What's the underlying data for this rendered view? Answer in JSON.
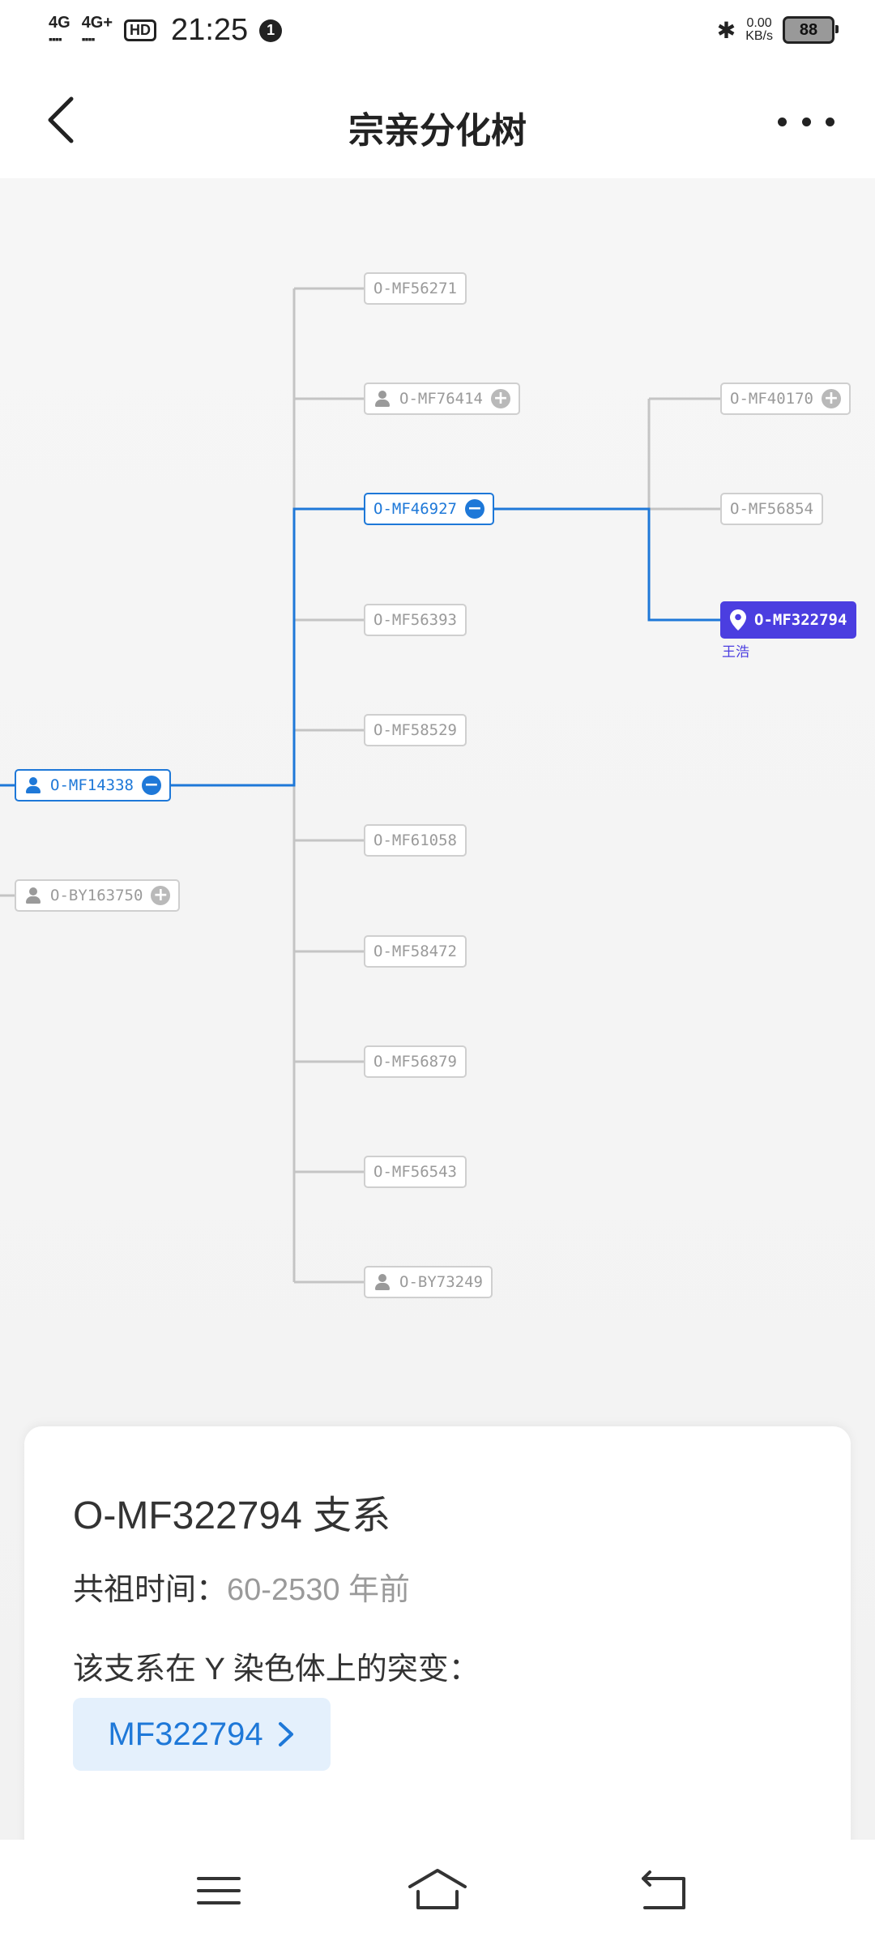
{
  "status_bar": {
    "network1": "4G",
    "network2": "4G+",
    "hd_badge": "HD",
    "time": "21:25",
    "notification_count": "1",
    "speed_value": "0.00",
    "speed_unit": "KB/s",
    "battery_level": "88"
  },
  "header": {
    "title": "宗亲分化树"
  },
  "tree": {
    "col1": [
      {
        "label": "O-MF14338",
        "state": "active"
      },
      {
        "label": "O-BY163750",
        "state": "normal"
      }
    ],
    "col2": [
      {
        "label": "O-MF56271"
      },
      {
        "label": "O-MF76414"
      },
      {
        "label": "O-MF46927"
      },
      {
        "label": "O-MF56393"
      },
      {
        "label": "O-MF58529"
      },
      {
        "label": "O-MF61058"
      },
      {
        "label": "O-MF58472"
      },
      {
        "label": "O-MF56879"
      },
      {
        "label": "O-MF56543"
      },
      {
        "label": "O-BY73249"
      }
    ],
    "col3": [
      {
        "label": "O-MF40170"
      },
      {
        "label": "O-MF56854"
      },
      {
        "label": "O-MF322794"
      }
    ],
    "current_user": "王浩"
  },
  "card": {
    "title": "O-MF322794 支系",
    "tmrca_label": "共祖时间：",
    "tmrca_value": "60-2530 年前",
    "mutation_label": "该支系在 Y 染色体上的突变：",
    "mutation_button": "MF322794"
  },
  "colors": {
    "accent_blue": "#1e78d8",
    "current_purple": "#4b3ee0",
    "line_gray": "#c4c4c4"
  }
}
